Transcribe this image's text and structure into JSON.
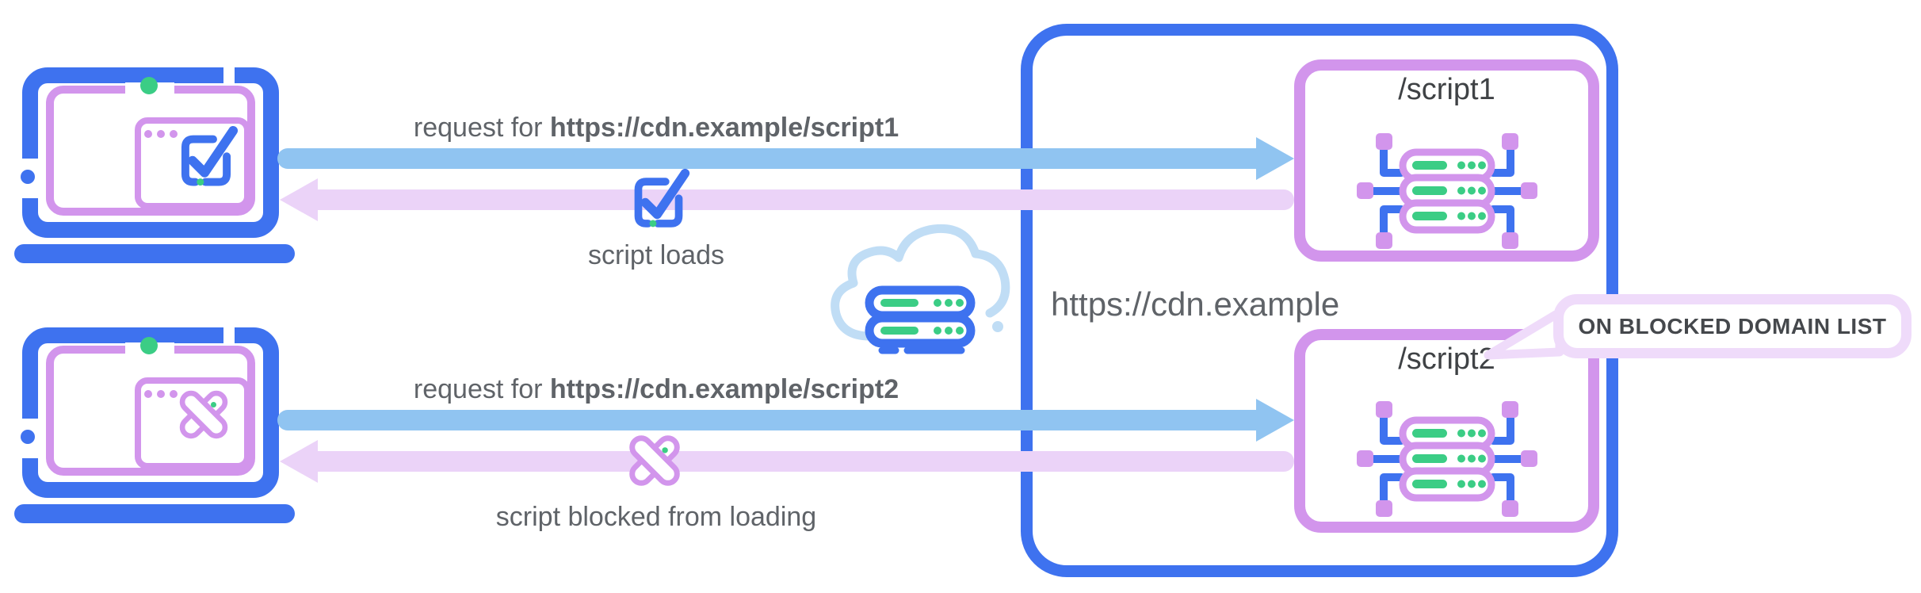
{
  "colors": {
    "blue": "#3E72EF",
    "light_blue": "#90C4F1",
    "cloud_blue": "#C0DDF5",
    "purple": "#D295EC",
    "light_purple": "#EBD3F8",
    "pale_purple": "#EFDBFA",
    "green": "#3BCD85",
    "text_gray": "#5F6368",
    "text_dark": "#3F4245"
  },
  "icons": {
    "allowed_browser": "check-square-icon",
    "blocked_browser": "x-cross-icon",
    "network": "cloud-server-icon",
    "endpoint": "server-cluster-icon"
  },
  "flows": {
    "script1": {
      "request_prefix": "request for ",
      "request_url": "https://cdn.example/script1",
      "response_caption": "script loads"
    },
    "script2": {
      "request_prefix": "request for ",
      "request_url": "https://cdn.example/script2",
      "response_caption": "script blocked from loading"
    }
  },
  "cdn": {
    "domain": "https://cdn.example",
    "endpoints": {
      "script1": "/script1",
      "script2": "/script2"
    },
    "callout": "ON BLOCKED DOMAIN LIST"
  }
}
